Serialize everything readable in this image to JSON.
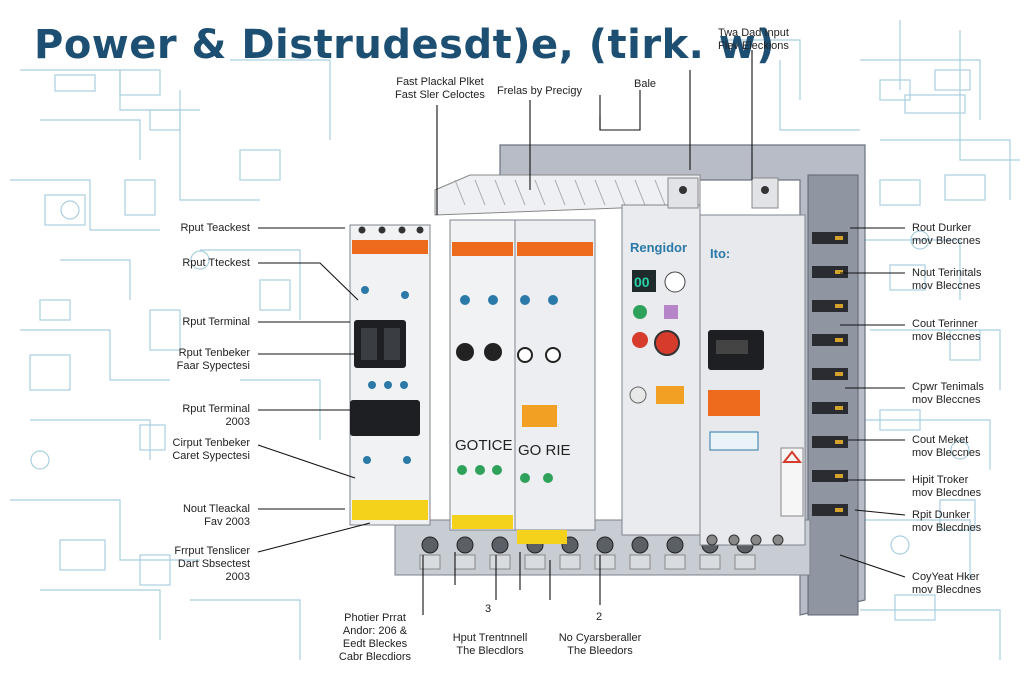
{
  "title": "Power & Distrudesdt)e, (tirk. w)",
  "colors": {
    "title": "#1d4f73",
    "schematic_lines": "#a9cfe0",
    "panel_body": "#e6e8ec",
    "enclosure": "#8f96a2",
    "orange_strip": "#ee6a1d",
    "yellow_strip": "#f4d21b",
    "display": "#1e2a2c",
    "display_digits": "#29d3a8"
  },
  "top_labels": [
    {
      "line1": "Fast Plackal Plket",
      "line2": "Fast Sler Celoctes"
    },
    {
      "line1": "Frelas by Precigy",
      "line2": ""
    },
    {
      "line1": "Bale",
      "line2": ""
    },
    {
      "line1": "Twa Dad Input",
      "line2": "Flev Eleckions"
    }
  ],
  "left_labels": [
    {
      "line1": "Rput Teackest",
      "line2": ""
    },
    {
      "line1": "Rput Tteckest",
      "line2": ""
    },
    {
      "line1": "Rput Terminal",
      "line2": ""
    },
    {
      "line1": "Rput Tenbeker",
      "line2": "Faar Sypectesi"
    },
    {
      "line1": "Rput Terminal",
      "line2": "2003"
    },
    {
      "line1": "Cirput Tenbeker",
      "line2": "Caret Sypectesi"
    },
    {
      "line1": "Nout Tleackal",
      "line2": "Fav 2003"
    },
    {
      "line1": "Frrput Tenslicer",
      "line2": "Dart Sbsectest",
      "line3": "2003"
    }
  ],
  "right_labels": [
    {
      "line1": "Rout Durker",
      "line2": "mov Bleccnes"
    },
    {
      "line1": "Nout Terinitals",
      "line2": "mov Bleccnes"
    },
    {
      "line1": "Cout Terinner",
      "line2": "mov Bleccnes"
    },
    {
      "line1": "Cpwr Tenimals",
      "line2": "mov Bleccnes"
    },
    {
      "line1": "Cout Meket",
      "line2": "mov Bleccnes"
    },
    {
      "line1": "Hipit Troker",
      "line2": "mov Blecdnes"
    },
    {
      "line1": "Rpit Dunker",
      "line2": "mov Blecdnes"
    },
    {
      "line1": "CoyYeat Hker",
      "line2": "mov Blecdnes"
    }
  ],
  "bottom_labels": [
    {
      "line1": "Photier Prrat",
      "line2": "Andor: 206 &",
      "line3": "Eedt Bleckes",
      "line4": "Cabr Blecdiors"
    },
    {
      "marker": "3",
      "line1": "Hput Trentnnell",
      "line2": "The Blecdlors"
    },
    {
      "marker": "2",
      "line1": "No Cyarsberaller",
      "line2": "The Bleedors"
    }
  ],
  "devices": {
    "regulator_label": "Rengidor",
    "module_label": "Ito:",
    "module_a_text": "GOTICE",
    "module_b_text": "GO RIE",
    "display_value": "00"
  }
}
